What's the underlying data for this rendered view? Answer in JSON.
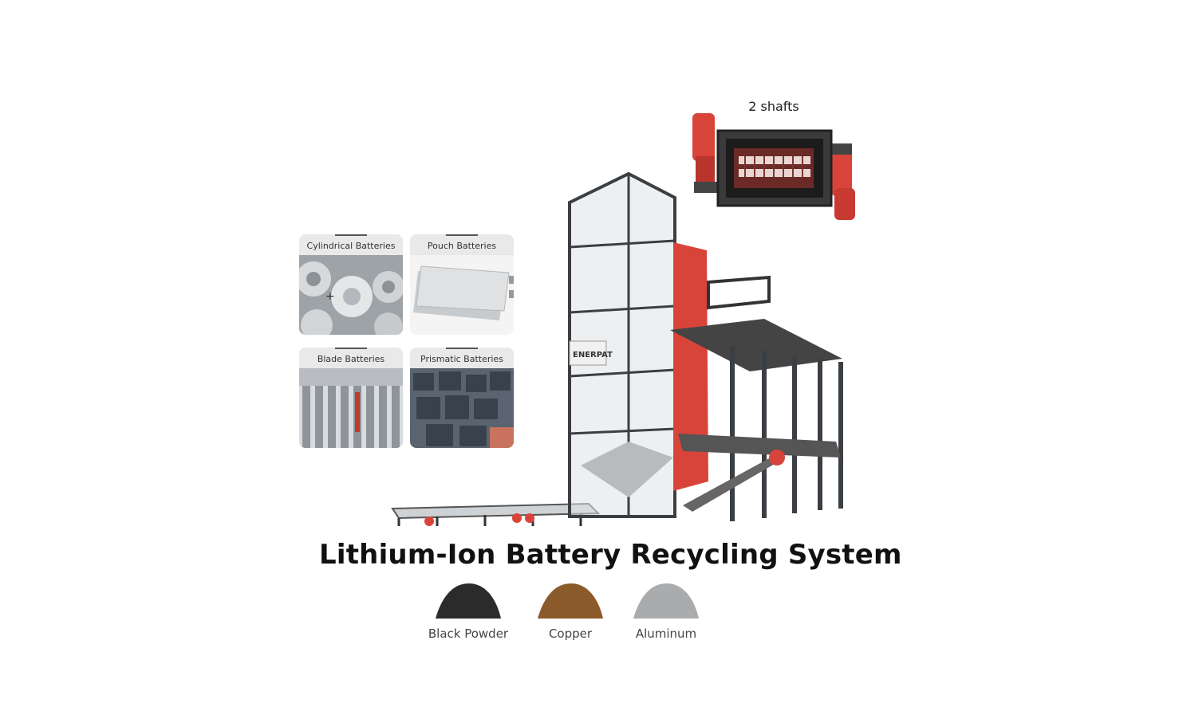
{
  "shredder_callout": {
    "label": "2 shafts"
  },
  "battery_types": [
    {
      "label": "Cylindrical Batteries"
    },
    {
      "label": "Pouch Batteries"
    },
    {
      "label": "Blade Batteries"
    },
    {
      "label": "Prismatic Batteries"
    }
  ],
  "machine": {
    "brand": "ENERPAT"
  },
  "title": "Lithium-Ion Battery Recycling System",
  "outputs": [
    {
      "label": "Black Powder",
      "color": "#2b2b2b"
    },
    {
      "label": "Copper",
      "color": "#8a5a2b"
    },
    {
      "label": "Aluminum",
      "color": "#a9abad"
    }
  ]
}
